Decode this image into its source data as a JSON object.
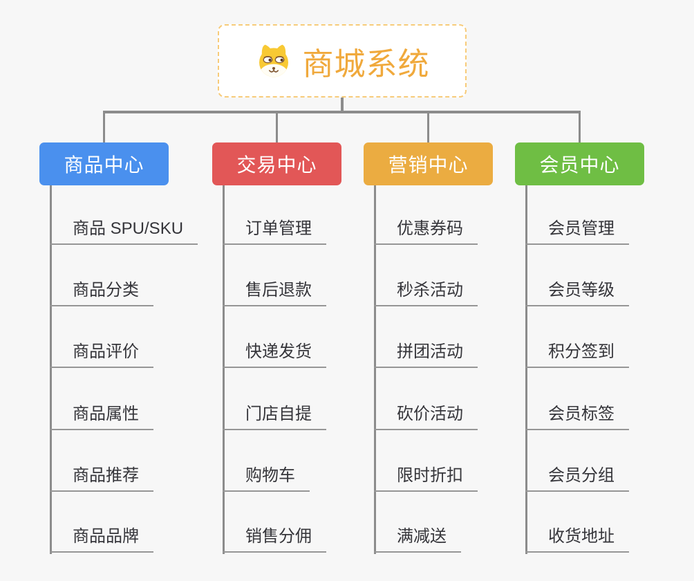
{
  "root": {
    "title": "商城系统",
    "icon": "shiba-dog-icon"
  },
  "branches": [
    {
      "label": "商品中心",
      "color": "#4A90EE",
      "items": [
        "商品 SPU/SKU",
        "商品分类",
        "商品评价",
        "商品属性",
        "商品推荐",
        "商品品牌"
      ]
    },
    {
      "label": "交易中心",
      "color": "#E25757",
      "items": [
        "订单管理",
        "售后退款",
        "快递发货",
        "门店自提",
        "购物车",
        "销售分佣"
      ]
    },
    {
      "label": "营销中心",
      "color": "#EBAC41",
      "items": [
        "优惠券码",
        "秒杀活动",
        "拼团活动",
        "砍价活动",
        "限时折扣",
        "满减送"
      ]
    },
    {
      "label": "会员中心",
      "color": "#6FBE44",
      "items": [
        "会员管理",
        "会员等级",
        "积分签到",
        "会员标签",
        "会员分组",
        "收货地址"
      ]
    }
  ],
  "colors": {
    "background": "#F7F7F7",
    "connector": "#8C8C8C",
    "underline": "#969696",
    "item_text": "#35353A",
    "root_text": "#F0A93C",
    "root_border": "#F7CB79"
  }
}
